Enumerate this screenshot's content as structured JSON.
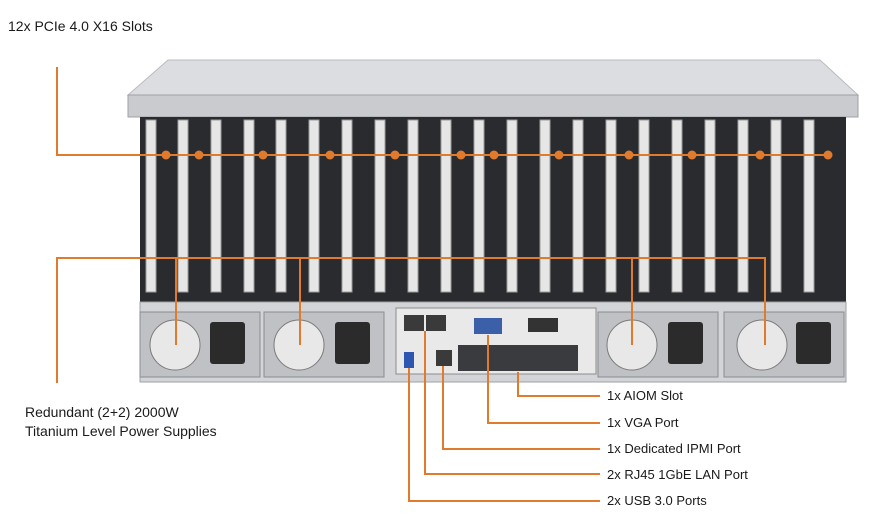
{
  "accent_color": "#e07b2e",
  "callouts": {
    "pcie_slots": "12x PCIe 4.0 X16 Slots",
    "psu_line1": "Redundant (2+2) 2000W",
    "psu_line2": "Titanium Level Power Supplies"
  },
  "ports": [
    {
      "label": "1x AIOM Slot"
    },
    {
      "label": "1x VGA Port"
    },
    {
      "label": "1x Dedicated IPMI Port"
    },
    {
      "label": "2x RJ45 1GbE LAN Port"
    },
    {
      "label": "2x USB 3.0 Ports"
    }
  ]
}
